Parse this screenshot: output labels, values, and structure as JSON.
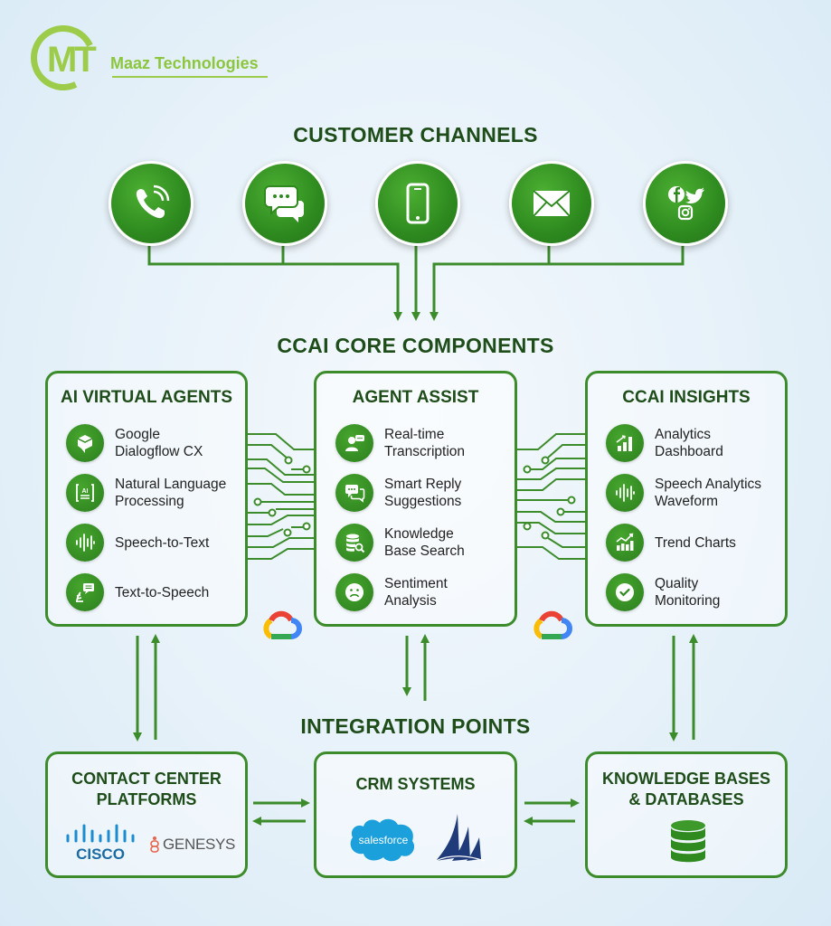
{
  "brand": {
    "logo_mark": "MT",
    "name": "Maaz Technologies",
    "color": "#8cc63f"
  },
  "colors": {
    "primary_green": "#2e8a1f",
    "border_green": "#3c8c2c",
    "title_green": "#1f4d1a"
  },
  "channels": {
    "title": "CUSTOMER CHANNELS",
    "items": [
      {
        "name": "Phone",
        "icon": "phone-icon"
      },
      {
        "name": "Chat",
        "icon": "chat-icon"
      },
      {
        "name": "Mobile",
        "icon": "mobile-icon"
      },
      {
        "name": "Email",
        "icon": "email-icon"
      },
      {
        "name": "Social Media",
        "icon": "social-icons",
        "sub_icons": [
          "facebook-icon",
          "twitter-icon",
          "instagram-icon"
        ]
      }
    ]
  },
  "core": {
    "title": "CCAI CORE COMPONENTS",
    "cards": [
      {
        "title": "AI VIRTUAL AGENTS",
        "items": [
          {
            "label": "Google\nDialogflow CX",
            "icon": "dialogflow-icon"
          },
          {
            "label": "Natural Language\nProcessing",
            "icon": "ai-document-icon"
          },
          {
            "label": "Speech-to-Text",
            "icon": "waveform-icon"
          },
          {
            "label": "Text-to-Speech",
            "icon": "speaking-icon"
          }
        ]
      },
      {
        "title": "AGENT ASSIST",
        "items": [
          {
            "label": "Real-time\nTranscription",
            "icon": "user-chat-icon"
          },
          {
            "label": "Smart Reply\nSuggestions",
            "icon": "chat-bubbles-icon"
          },
          {
            "label": "Knowledge\nBase Search",
            "icon": "database-search-icon"
          },
          {
            "label": "Sentiment\nAnalysis",
            "icon": "sad-face-icon"
          }
        ]
      },
      {
        "title": "CCAI INSIGHTS",
        "items": [
          {
            "label": "Analytics\nDashboard",
            "icon": "bar-chart-icon"
          },
          {
            "label": "Speech Analytics\nWaveform",
            "icon": "waveform-icon"
          },
          {
            "label": "Trend Charts",
            "icon": "trend-chart-icon"
          },
          {
            "label": "Quality\nMonitoring",
            "icon": "check-circle-icon"
          }
        ]
      }
    ],
    "cloud_badge": "google-cloud-icon"
  },
  "integration": {
    "title": "INTEGRATION POINTS",
    "cards": [
      {
        "title": "CONTACT CENTER\nPLATFORMS",
        "logos": [
          "CISCO",
          "GENESYS"
        ]
      },
      {
        "title": "CRM SYSTEMS",
        "logos": [
          "salesforce",
          "Microsoft Dynamics"
        ]
      },
      {
        "title": "KNOWLEDGE BASES\n& DATABASES",
        "logos": [
          "database-icon"
        ]
      }
    ]
  }
}
